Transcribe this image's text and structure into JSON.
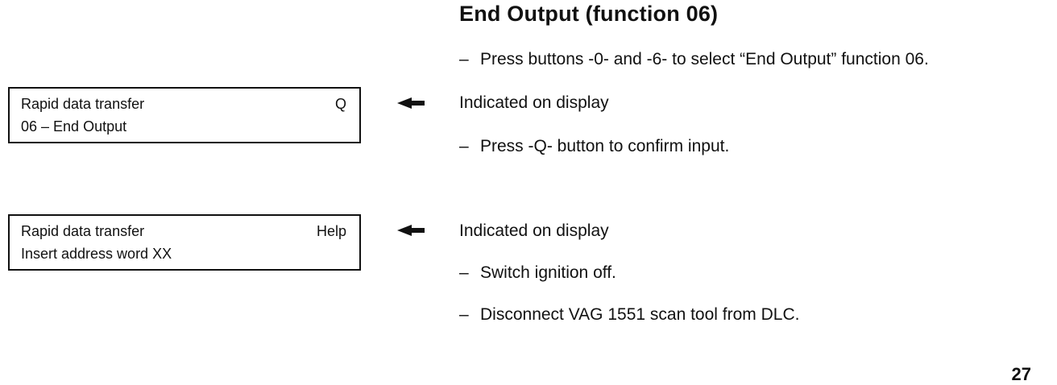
{
  "title": "End Output (function 06)",
  "steps": [
    "Press buttons -0- and -6- to select “End Output” function 06.",
    "Indicated on display",
    "Press -Q- button to confirm input.",
    "Indicated on display",
    "Switch ignition off.",
    "Disconnect VAG 1551 scan tool from DLC."
  ],
  "dash": "–",
  "display1": {
    "line1_left": "Rapid data transfer",
    "line1_right": "Q",
    "line2": "06 – End Output"
  },
  "display2": {
    "line1_left": "Rapid data transfer",
    "line1_right": "Help",
    "line2": "Insert address word XX"
  },
  "page_number": "27"
}
